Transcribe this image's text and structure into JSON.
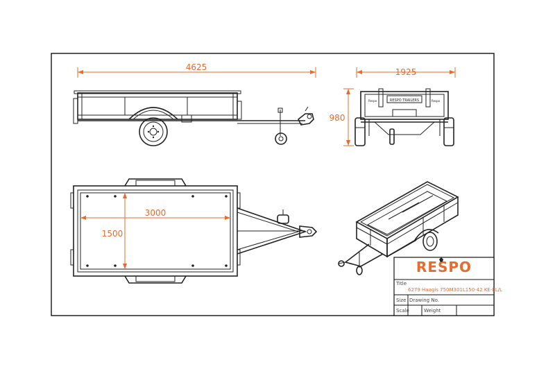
{
  "dimensions": {
    "side_length": "4625",
    "rear_width": "1925",
    "rear_height": "980",
    "top_length": "3000",
    "top_width": "1500"
  },
  "rear_plate": "RESPO TRAILERS",
  "title_block": {
    "brand": "RESPO",
    "title_label": "Title",
    "title_value": "6279 Haagis 750M301L150-42 KE-EL/L",
    "size_label": "Size",
    "drawing_no_label": "Drawing No.",
    "scale_label": "Scale",
    "weight_label": "Weight"
  },
  "colors": {
    "accent": "#e86a2c",
    "ink": "#222222"
  }
}
